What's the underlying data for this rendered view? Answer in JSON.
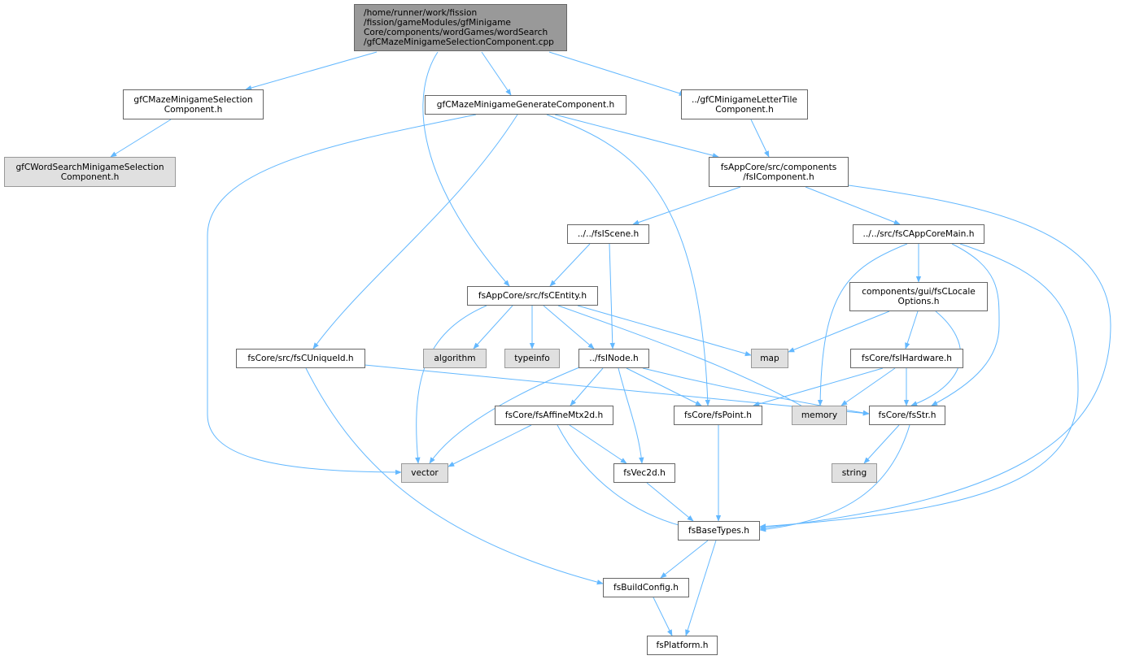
{
  "colors": {
    "edge": "#63b8ff",
    "root_fill": "#999999",
    "system_fill": "#e0e0e0",
    "border": "#666666"
  },
  "nodes": {
    "root": {
      "lines": [
        "/home/runner/work/fission",
        "/fission/gameModules/gfMinigame",
        "Core/components/wordGames/wordSearch",
        "/gfCMazeMinigameSelectionComponent.cpp"
      ]
    },
    "selection_h": {
      "lines": [
        "gfCMazeMinigameSelection",
        "Component.h"
      ]
    },
    "wordsearch_h": {
      "lines": [
        "gfCWordSearchMinigameSelection",
        "Component.h"
      ]
    },
    "generate_h": {
      "lines": [
        "gfCMazeMinigameGenerateComponent.h"
      ]
    },
    "lettertile_h": {
      "lines": [
        "../gfCMinigameLetterTile",
        "Component.h"
      ]
    },
    "ficomponent_h": {
      "lines": [
        "fsAppCore/src/components",
        "/fsIComponent.h"
      ]
    },
    "fiscene_h": {
      "lines": [
        "../../fsIScene.h"
      ]
    },
    "appcoremain_h": {
      "lines": [
        "../../src/fsCAppCoreMain.h"
      ]
    },
    "centity_h": {
      "lines": [
        "fsAppCore/src/fsCEntity.h"
      ]
    },
    "locale_h": {
      "lines": [
        "components/gui/fsCLocale",
        "Options.h"
      ]
    },
    "uniqueid_h": {
      "lines": [
        "fsCore/src/fsCUniqueId.h"
      ]
    },
    "algorithm": {
      "lines": [
        "algorithm"
      ]
    },
    "typeinfo": {
      "lines": [
        "typeinfo"
      ]
    },
    "finode_h": {
      "lines": [
        "../fsINode.h"
      ]
    },
    "map": {
      "lines": [
        "map"
      ]
    },
    "hardware_h": {
      "lines": [
        "fsCore/fsIHardware.h"
      ]
    },
    "affine_h": {
      "lines": [
        "fsCore/fsAffineMtx2d.h"
      ]
    },
    "point_h": {
      "lines": [
        "fsCore/fsPoint.h"
      ]
    },
    "memory": {
      "lines": [
        "memory"
      ]
    },
    "str_h": {
      "lines": [
        "fsCore/fsStr.h"
      ]
    },
    "vector": {
      "lines": [
        "vector"
      ]
    },
    "vec2d_h": {
      "lines": [
        "fsVec2d.h"
      ]
    },
    "string": {
      "lines": [
        "string"
      ]
    },
    "basetypes_h": {
      "lines": [
        "fsBaseTypes.h"
      ]
    },
    "buildconfig_h": {
      "lines": [
        "fsBuildConfig.h"
      ]
    },
    "platform_h": {
      "lines": [
        "fsPlatform.h"
      ]
    }
  }
}
